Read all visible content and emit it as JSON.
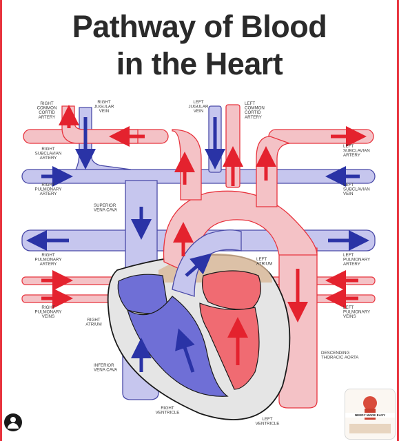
{
  "title_line1": "Pathway of Blood",
  "title_line2": "in the Heart",
  "labels": {
    "right_common_carotid": [
      "RIGHT",
      "COMMON",
      "CORTID",
      "ARTERY"
    ],
    "right_jugular": [
      "RIGHT",
      "JUGULAR",
      "VEIN"
    ],
    "left_jugular": [
      "LEFT",
      "JUGULAR",
      "VEIN"
    ],
    "left_common_carotid": [
      "LEFT",
      "COMMON",
      "CORTID",
      "ARTERY"
    ],
    "right_subclavian_artery": [
      "RIGHT",
      "SUBCLAVIAN",
      "ARTERY"
    ],
    "left_subclavian_artery": [
      "LEFT",
      "SUBCLAVIAN",
      "ARTERY"
    ],
    "right_pulmonary_artery_top": [
      "RIGHT",
      "PULMONARY",
      "ARTERY"
    ],
    "left_subclavian_vein": [
      "LEFT",
      "SUBCLAVIAN",
      "VEIN"
    ],
    "superior_vena_cava": [
      "SUPERIOR",
      "VENA CAVA"
    ],
    "right_pulmonary_artery": [
      "RIGHT",
      "PULMONARY",
      "ARTERY"
    ],
    "left_atrium": [
      "LEFT",
      "ATRIUM"
    ],
    "left_pulmonary_artery": [
      "LEFT",
      "PULMONARY",
      "ARTERY"
    ],
    "right_pulmonary_veins": [
      "RIGHT",
      "PULMONARY",
      "VEINS"
    ],
    "left_pulmonary_veins": [
      "LEFT",
      "PULMONARY",
      "VEINS"
    ],
    "right_atrium": [
      "RIGHT",
      "ATRIUM"
    ],
    "descending_aorta": [
      "DESCENDING",
      "THORACIC AORTA"
    ],
    "inferior_vena_cava": [
      "INFERIOR",
      "VENA CAVA"
    ],
    "right_ventricle": [
      "RIGHT",
      "VENTRICLE"
    ],
    "left_ventricle": [
      "LEFT",
      "VENTRICLE"
    ]
  },
  "badge_text": "NEEDY MADE EASY",
  "colors": {
    "oxygenated_fill": "#f4c2c6",
    "oxygenated_edge": "#e8343e",
    "deoxygenated_fill": "#c6c6ee",
    "deoxygenated_edge": "#4a4aa8",
    "arrow_red": "#e4222e",
    "arrow_blue": "#2a33a6",
    "title": "#2a2a2a"
  },
  "icons": [
    "avatar-icon",
    "arrow-icon"
  ]
}
